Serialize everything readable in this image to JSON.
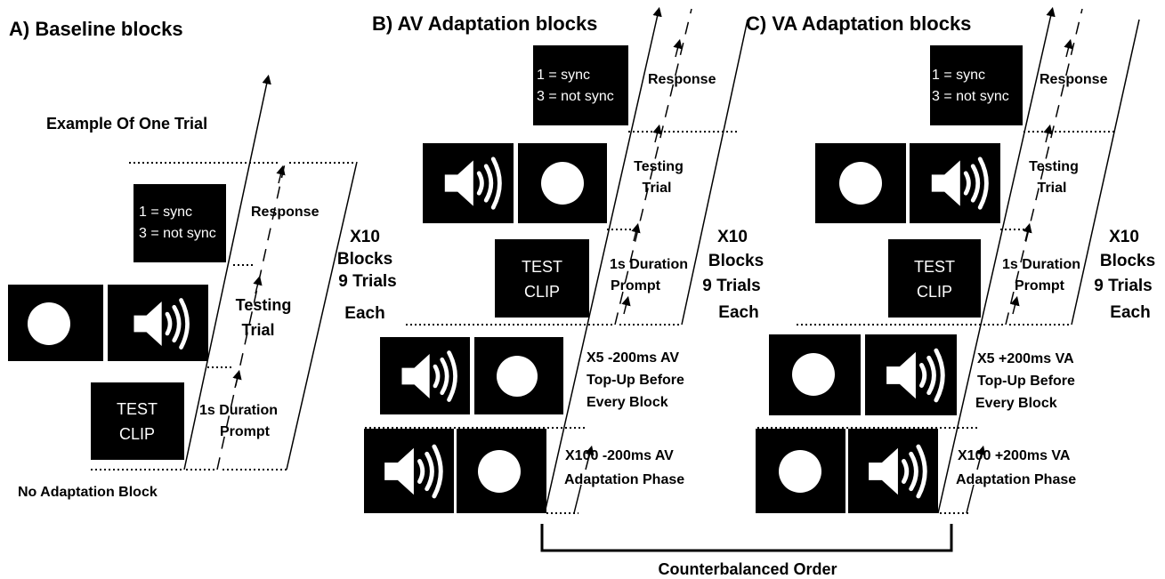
{
  "panels": {
    "a": {
      "title": "A) Baseline blocks",
      "subtitle": "Example Of One Trial",
      "footer": "No Adaptation Block",
      "response_box": [
        "1 = sync",
        "3 = not sync"
      ],
      "clip_box": [
        "TEST",
        "CLIP"
      ],
      "stage_labels": {
        "response": "Response",
        "testing": [
          "Testing",
          "Trial"
        ],
        "prompt": [
          "1s Duration",
          "Prompt"
        ]
      },
      "repeat": [
        "X10",
        "Blocks",
        "9 Trials",
        "Each"
      ]
    },
    "b": {
      "title": "B)  AV Adaptation blocks",
      "response_box": [
        "1 = sync",
        "3 = not sync"
      ],
      "clip_box": [
        "TEST",
        "CLIP"
      ],
      "stage_labels": {
        "response": "Response",
        "testing": [
          "Testing",
          "Trial"
        ],
        "prompt": [
          "1s Duration",
          "Prompt"
        ]
      },
      "repeat": [
        "X10",
        "Blocks",
        "9 Trials",
        "Each"
      ],
      "topup": [
        "X5 -200ms AV",
        "Top-Up Before",
        "Every Block"
      ],
      "adaptation": [
        "X100 -200ms AV",
        "Adaptation Phase"
      ]
    },
    "c": {
      "title": "C)  VA Adaptation blocks",
      "response_box": [
        "1 = sync",
        "3 = not sync"
      ],
      "clip_box": [
        "TEST",
        "CLIP"
      ],
      "stage_labels": {
        "response": "Response",
        "testing": [
          "Testing",
          "Trial"
        ],
        "prompt": [
          "1s Duration",
          "Prompt"
        ]
      },
      "repeat": [
        "X10",
        "Blocks",
        "9 Trials",
        "Each"
      ],
      "topup": [
        "X5 +200ms VA",
        "Top-Up Before",
        "Every Block"
      ],
      "adaptation": [
        "X100 +200ms VA",
        "Adaptation Phase"
      ]
    }
  },
  "bracket_label": "Counterbalanced Order",
  "icons": [
    "visual-circle-icon",
    "speaker-icon"
  ],
  "colors": {
    "box": "#000000",
    "icon": "#ffffff",
    "line": "#000000"
  }
}
